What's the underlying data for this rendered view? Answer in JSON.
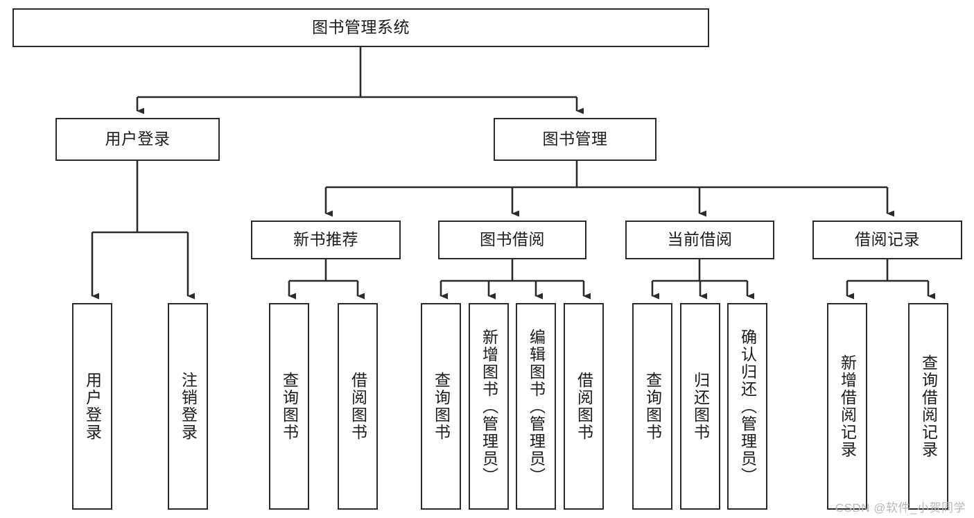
{
  "diagram": {
    "title": "图书管理系统",
    "type": "functional-structure-tree",
    "colors": {
      "stroke": "#2b2b2b",
      "fill": "#ffffff",
      "text": "#1b1b1b",
      "watermark": "#b9b9b9"
    },
    "root": {
      "label": "图书管理系统"
    },
    "level2": [
      {
        "label": "用户登录"
      },
      {
        "label": "图书管理"
      }
    ],
    "level3": [
      {
        "label": "新书推荐"
      },
      {
        "label": "图书借阅"
      },
      {
        "label": "当前借阅"
      },
      {
        "label": "借阅记录"
      }
    ],
    "leaves": {
      "user_login": [
        {
          "label": "用户登录"
        },
        {
          "label": "注销登录"
        }
      ],
      "new_book_recommend": [
        {
          "label": "查询图书"
        },
        {
          "label": "借阅图书"
        }
      ],
      "book_borrow": [
        {
          "label": "查询图书"
        },
        {
          "label": "新增图书（管理员）"
        },
        {
          "label": "编辑图书（管理员）"
        },
        {
          "label": "借阅图书"
        }
      ],
      "current_borrow": [
        {
          "label": "查询图书"
        },
        {
          "label": "归还图书"
        },
        {
          "label": "确认归还（管理员）"
        }
      ],
      "borrow_record": [
        {
          "label": "新增借阅记录"
        },
        {
          "label": "查询借阅记录"
        }
      ]
    }
  },
  "watermark": {
    "text": "CSDN @软件_小贺同学"
  }
}
